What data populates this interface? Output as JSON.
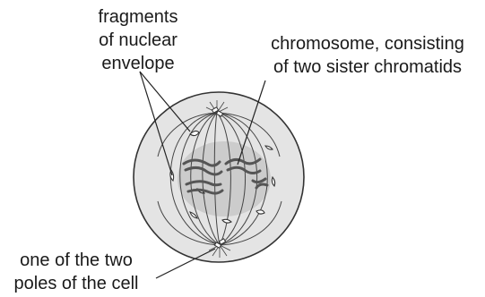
{
  "figure": {
    "labels": {
      "nuclear_envelope_fragments": [
        "fragments",
        "of nuclear",
        "envelope"
      ],
      "chromosome": [
        "chromosome, consisting",
        "of two sister chromatids"
      ],
      "cell_pole": [
        "one of the two",
        "poles of the cell"
      ]
    }
  },
  "colors": {
    "line": "#3a3a3a",
    "outer_cell": "#e4e4e4",
    "nucleus": "#cccccc",
    "chromosome": "#555555",
    "label_text": "#1a1a1a"
  }
}
